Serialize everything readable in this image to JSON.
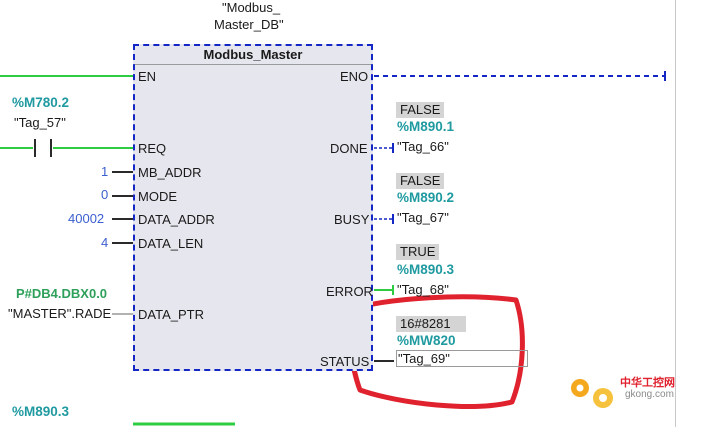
{
  "instance_db": {
    "line1": "\"Modbus_",
    "line2": "Master_DB\""
  },
  "block": {
    "name": "Modbus_Master"
  },
  "pins_in": [
    "EN",
    "REQ",
    "MB_ADDR",
    "MODE",
    "DATA_ADDR",
    "DATA_LEN",
    "DATA_PTR"
  ],
  "pins_out": [
    "ENO",
    "DONE",
    "BUSY",
    "ERROR",
    "STATUS"
  ],
  "req_contact": {
    "address": "%M780.2",
    "tag": "\"Tag_57\""
  },
  "inputs": {
    "mb_addr": "1",
    "mode": "0",
    "data_addr": "40002",
    "data_len": "4"
  },
  "data_ptr": {
    "address": "P#DB4.DBX0.0",
    "symbol": "\"MASTER\".RADE"
  },
  "outputs": {
    "done": {
      "state": "FALSE",
      "address": "%M890.1",
      "tag": "\"Tag_66\""
    },
    "busy": {
      "state": "FALSE",
      "address": "%M890.2",
      "tag": "\"Tag_67\""
    },
    "error": {
      "state": "TRUE",
      "address": "%M890.3",
      "tag": "\"Tag_68\""
    },
    "status": {
      "state": "16#8281",
      "address": "%MW820",
      "tag": "\"Tag_69\""
    }
  },
  "bottom_contact": {
    "address": "%M890.3"
  },
  "watermark": {
    "text": "中华工控网",
    "url": "gkong.com"
  },
  "colors": {
    "block_fill": "#e6e7ee",
    "block_border": "#1426c4",
    "power_flow": "#2ecc40",
    "teal": "#1f9aa0",
    "annotation": "#e0222e"
  }
}
